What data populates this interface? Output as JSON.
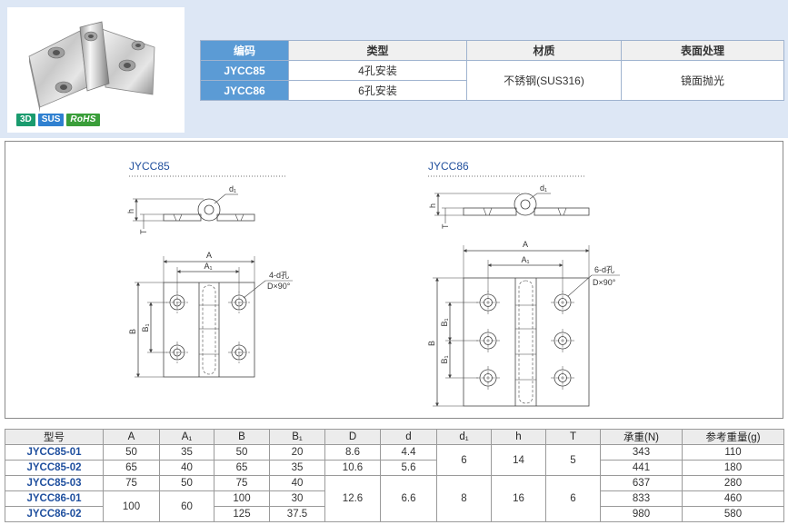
{
  "badges": [
    {
      "label": "3D",
      "color": "#1a9b6e"
    },
    {
      "label": "SUS",
      "color": "#2f80d0"
    },
    {
      "label": "RoHS",
      "color": "#3a9e3a"
    }
  ],
  "spec_table": {
    "headers": {
      "code": "编码",
      "type": "类型",
      "material": "材质",
      "finish": "表面处理"
    },
    "rows": [
      {
        "code": "JYCC85",
        "type": "4孔安装"
      },
      {
        "code": "JYCC86",
        "type": "6孔安装"
      }
    ],
    "material": "不锈钢(SUS316)",
    "finish": "镜面抛光"
  },
  "drawings": [
    {
      "title": "JYCC85",
      "d1": "d₁",
      "h": "h",
      "T": "T",
      "A": "A",
      "A1": "A₁",
      "B": "B",
      "B1": "B₁",
      "holes": "4-d孔",
      "countersink": "D×90°"
    },
    {
      "title": "JYCC86",
      "d1": "d₁",
      "h": "h",
      "T": "T",
      "A": "A",
      "A1": "A₁",
      "B": "B",
      "B1": "B₁",
      "holes": "6-d孔",
      "countersink": "D×90°"
    }
  ],
  "dim_table": {
    "headers": {
      "model": "型号",
      "A": "A",
      "A1": "A₁",
      "B": "B",
      "B1": "B₁",
      "D": "D",
      "d": "d",
      "d1": "d₁",
      "h": "h",
      "T": "T",
      "load": "承重(N)",
      "weight": "参考重量(g)"
    },
    "rows": [
      {
        "model": "JYCC85-01",
        "A": "50",
        "A1": "35",
        "B": "50",
        "B1": "20",
        "D": "8.6",
        "d": "4.4",
        "d1": "6",
        "h": "14",
        "T": "5",
        "load": "343",
        "weight": "110"
      },
      {
        "model": "JYCC85-02",
        "A": "65",
        "A1": "40",
        "B": "65",
        "B1": "35",
        "D": "10.6",
        "d": "5.6",
        "load": "441",
        "weight": "180"
      },
      {
        "model": "JYCC85-03",
        "A": "75",
        "A1": "50",
        "B": "75",
        "B1": "40",
        "D": "12.6",
        "d": "6.6",
        "d1": "8",
        "h": "16",
        "T": "6",
        "load": "637",
        "weight": "280"
      },
      {
        "model": "JYCC86-01",
        "A": "100",
        "A1": "60",
        "B": "100",
        "B1": "30",
        "load": "833",
        "weight": "460"
      },
      {
        "model": "JYCC86-02",
        "B": "125",
        "B1": "37.5",
        "load": "980",
        "weight": "580"
      }
    ]
  }
}
